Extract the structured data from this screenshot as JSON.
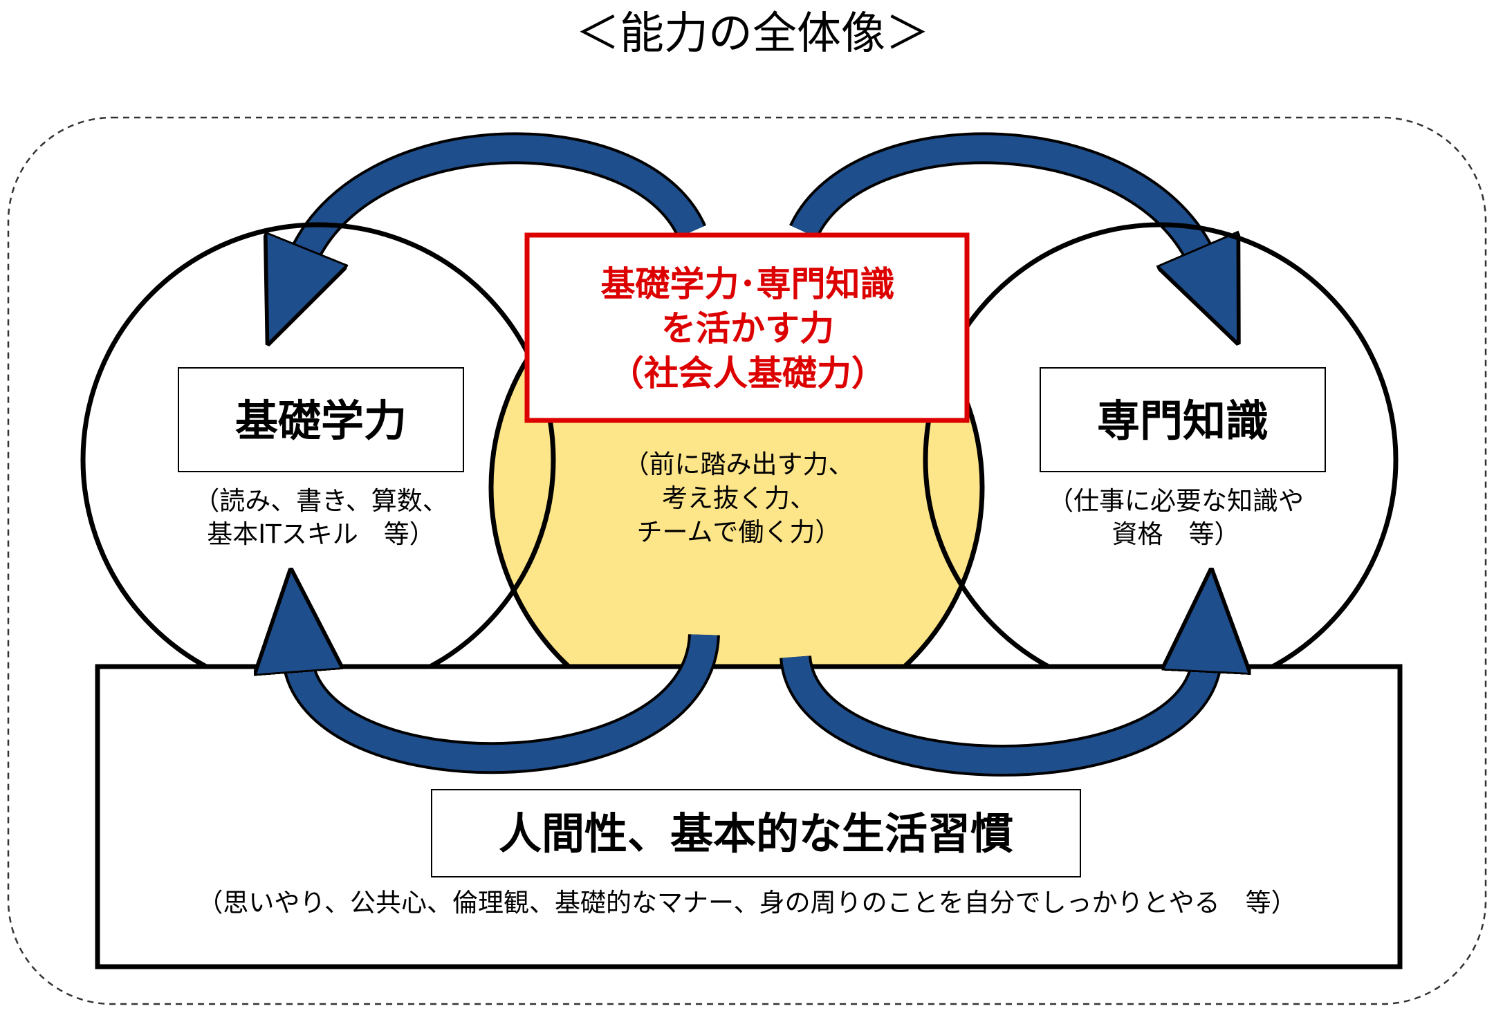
{
  "title": "＜能力の全体像＞",
  "colors": {
    "center_fill": "#fde589",
    "arrow_fill": "#1f4e8c",
    "accent_red": "#dc0000"
  },
  "left": {
    "label": "基礎学力",
    "sub_line1": "（読み、書き、算数、",
    "sub_line2": "基本ITスキル　等）"
  },
  "center": {
    "label_line1": "基礎学力･専門知識",
    "label_line2": "を活かす力",
    "label_line3": "（社会人基礎力）",
    "sub_line1": "（前に踏み出す力、",
    "sub_line2": "考え抜く力、",
    "sub_line3": "チームで働く力）"
  },
  "right": {
    "label": "専門知識",
    "sub_line1": "（仕事に必要な知識や",
    "sub_line2": "資格　等）"
  },
  "base": {
    "label": "人間性、基本的な生活習慣",
    "sub": "（思いやり、公共心、倫理観、基礎的なマナー、身の周りのことを自分でしっかりとやる　等）"
  }
}
